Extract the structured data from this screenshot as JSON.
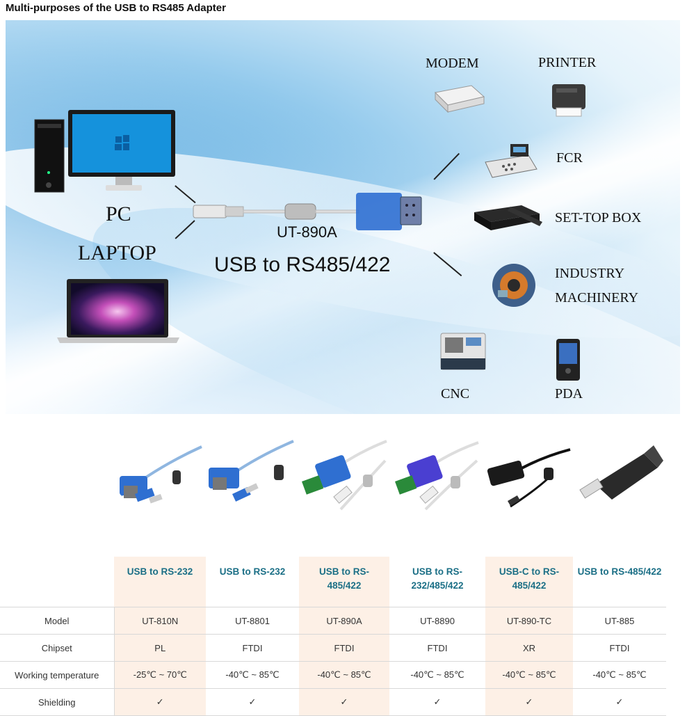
{
  "title": "Multi-purposes of the USB to RS485 Adapter",
  "banner": {
    "pc": "PC",
    "laptop": "LAPTOP",
    "cable_model": "UT-890A",
    "cable_caption": "USB to RS485/422",
    "devices": {
      "modem": "MODEM",
      "printer": "PRINTER",
      "fcr": "FCR",
      "set_top_box": "SET-TOP BOX",
      "industry_line1": "INDUSTRY",
      "industry_line2": "MACHINERY",
      "cnc": "CNC",
      "pda": "PDA"
    }
  },
  "table": {
    "headers": [
      "USB to RS-232",
      "USB to RS-232",
      "USB to RS-485/422",
      "USB to RS-232/485/422",
      "USB-C to RS-485/422",
      "USB to RS-485/422"
    ],
    "header_lines": [
      [
        "USB to RS-232",
        ""
      ],
      [
        "USB to RS-232",
        ""
      ],
      [
        "USB to RS-",
        "485/422"
      ],
      [
        "USB to RS-",
        "232/485/422"
      ],
      [
        "USB-C to RS-",
        "485/422"
      ],
      [
        "USB to RS-485/422",
        ""
      ]
    ],
    "rows": [
      {
        "label": "Model",
        "values": [
          "UT-810N",
          "UT-8801",
          "UT-890A",
          "UT-8890",
          "UT-890-TC",
          "UT-885"
        ]
      },
      {
        "label": "Chipset",
        "values": [
          "PL",
          "FTDI",
          "FTDI",
          "FTDI",
          "XR",
          "FTDI"
        ]
      },
      {
        "label": "Working temperature",
        "values": [
          "-25℃ ~ 70℃",
          "-40℃ ~ 85℃",
          "-40℃ ~ 85℃",
          "-40℃ ~ 85℃",
          "-40℃ ~ 85℃",
          "-40℃ ~ 85℃"
        ]
      },
      {
        "label": "Shielding",
        "values": [
          "✓",
          "✓",
          "✓",
          "✓",
          "✓",
          "✓"
        ]
      }
    ]
  },
  "colors": {
    "header_text": "#1b6f86",
    "highlight_column": "#fdf0e6",
    "usb_blue": "#2f6fd1"
  }
}
